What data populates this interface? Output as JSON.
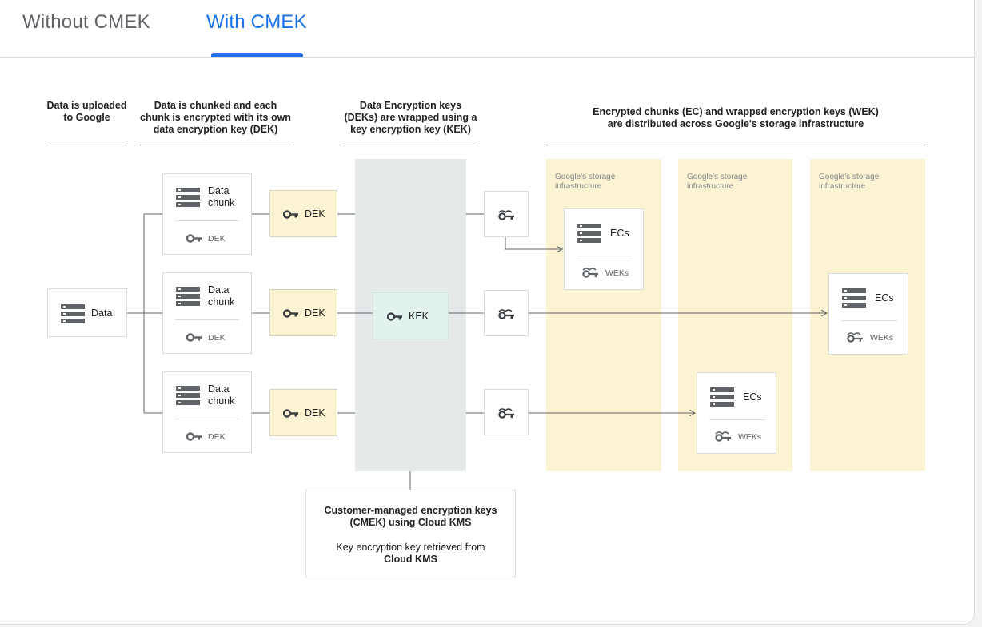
{
  "tabs": [
    {
      "label": "Without CMEK",
      "active": false
    },
    {
      "label": "With CMEK",
      "active": true
    }
  ],
  "colors": {
    "accent": "#1a73e8",
    "storage_band": "#fcf3d2",
    "kek_band": "#e6e9ea",
    "dek_box": "#fcf3d2",
    "kek_box": "#e2f3ef"
  },
  "headers": {
    "upload": "Data is uploaded to Google",
    "chunk": "Data is chunked and each chunk is encrypted with its own data encryption key (DEK)",
    "wrap": "Data Encryption keys (DEKs) are wrapped using a key encryption key (KEK)",
    "distribute": "Encrypted chunks (EC) and wrapped encryption keys (WEK) are distributed across Google's storage infrastructure"
  },
  "data_box": {
    "label": "Data",
    "icon": "server-icon"
  },
  "chunks": [
    {
      "label": "Data chunk",
      "key_label": "DEK"
    },
    {
      "label": "Data chunk",
      "key_label": "DEK"
    },
    {
      "label": "Data chunk",
      "key_label": "DEK"
    }
  ],
  "deks": [
    {
      "label": "DEK"
    },
    {
      "label": "DEK"
    },
    {
      "label": "DEK"
    }
  ],
  "kek": {
    "label": "KEK"
  },
  "storage": [
    {
      "label": "Google's storage infrastructure",
      "ec_label": "ECs",
      "wek_label": "WEKs"
    },
    {
      "label": "Google's storage infrastructure",
      "ec_label": "ECs",
      "wek_label": "WEKs"
    },
    {
      "label": "Google's storage infrastructure",
      "ec_label": "ECs",
      "wek_label": "WEKs"
    }
  ],
  "cmek": {
    "title": "Customer-managed encryption keys (CMEK) using Cloud KMS",
    "text": "Key encryption key retrieved from",
    "source": "Cloud KMS"
  }
}
